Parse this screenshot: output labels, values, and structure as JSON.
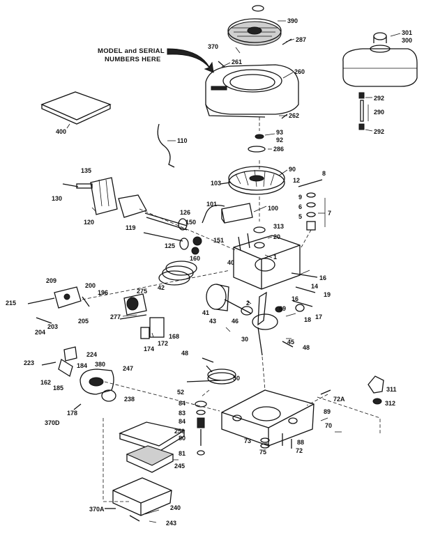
{
  "diagram": {
    "note_lines": [
      "MODEL and SERIAL",
      "NUMBERS HERE"
    ],
    "labels": {
      "p390": "390",
      "p287": "287",
      "p370": "370",
      "p261": "261",
      "p260": "260",
      "p262": "262",
      "p93": "93",
      "p92": "92",
      "p286": "286",
      "p301": "301",
      "p300": "300",
      "p292a": "292",
      "p290": "290",
      "p292b": "292",
      "p400": "400",
      "p110": "110",
      "p135": "135",
      "p130": "130",
      "p120": "120",
      "p119": "119",
      "p90": "90",
      "p103": "103",
      "p8": "8",
      "p12": "12",
      "p9": "9",
      "p6": "6",
      "p5": "5",
      "p7": "7",
      "p313": "313",
      "p20": "20",
      "p101": "101",
      "p100": "100",
      "p126": "126",
      "p150": "150",
      "p125": "125",
      "p151": "151",
      "p160": "160",
      "p40": "40",
      "p1": "1",
      "p16a": "16",
      "p14": "14",
      "p19": "19",
      "p42": "42",
      "p209": "209",
      "p200": "200",
      "p196": "196",
      "p275": "275",
      "p215": "215",
      "p205": "205",
      "p203": "203",
      "p204": "204",
      "p277": "277",
      "p41": "41",
      "p43": "43",
      "p46": "46",
      "p2": "2",
      "p16b": "16",
      "p69": "69",
      "p18": "18",
      "p17": "17",
      "p168": "168",
      "p172": "172",
      "p174": "174",
      "p30": "30",
      "p45": "45",
      "p48a": "48",
      "p224": "224",
      "p223": "223",
      "p162": "162",
      "p184": "184",
      "p380": "380",
      "p247": "247",
      "p48b": "48",
      "p50": "50",
      "p185": "185",
      "p52": "52",
      "p238": "238",
      "p311": "311",
      "p72A": "72A",
      "p312": "312",
      "p178": "178",
      "p84a": "84",
      "p83": "83",
      "p89": "89",
      "p84b": "84",
      "p370D": "370D",
      "p80": "80",
      "p70": "70",
      "p250": "250",
      "p81": "81",
      "p73": "73",
      "p88": "88",
      "p75": "75",
      "p72": "72",
      "p245": "245",
      "p240": "240",
      "p370A": "370A",
      "p243": "243"
    }
  }
}
